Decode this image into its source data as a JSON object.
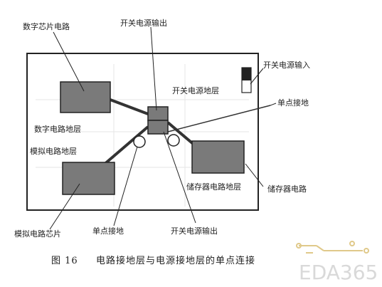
{
  "labels": {
    "digital_chip": "数字芯片电路",
    "switch_output_top": "开关电源输出",
    "switch_input": "开关电源输入",
    "switch_ground_layer": "开关电源地层",
    "single_point_ground_right": "单点接地",
    "digital_ground_layer": "数字电路地层",
    "analog_ground_layer": "模拟电路地层",
    "storage_ground_layer": "储存器电路地层",
    "storage_circuit": "储存器电路",
    "analog_chip": "模拟电路芯片",
    "single_point_ground_bottom": "单点接地",
    "switch_output_bottom": "开关电源输出"
  },
  "caption": {
    "number": "图 16",
    "text": "电路接地层与电源接地层的单点连接"
  },
  "watermark": {
    "text": "EDA365"
  }
}
